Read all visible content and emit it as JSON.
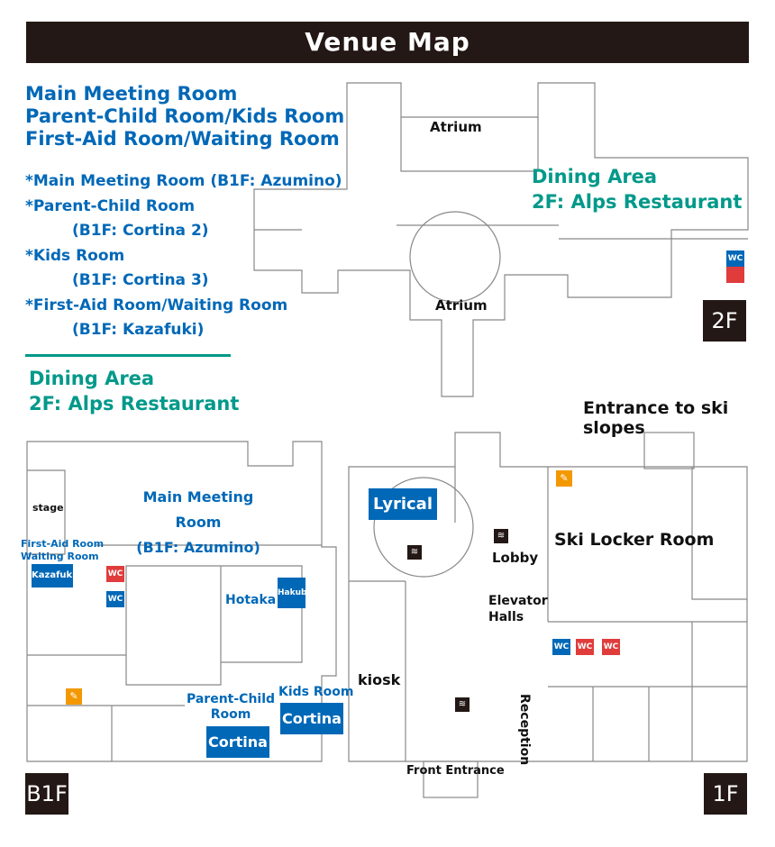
{
  "title": "Venue Map",
  "legend": {
    "headings": [
      "Main Meeting Room",
      "Parent-Child Room/Kids Room",
      "First-Aid Room/Waiting Room"
    ],
    "lines": [
      "*Main Meeting Room (B1F: Azumino)",
      "*Parent-Child Room",
      "(B1F: Cortina 2)",
      "*Kids Room",
      "(B1F: Cortina 3)",
      "*First-Aid Room/Waiting Room",
      "(B1F: Kazafuki)"
    ],
    "dining_title": "Dining Area",
    "dining_place": "2F: Alps Restaurant"
  },
  "floor2": {
    "label": "2F",
    "atrium_top": "Atrium",
    "atrium_bottom": "Atrium",
    "dining_title": "Dining Area",
    "dining_place": "2F: Alps Restaurant",
    "wc": "WC"
  },
  "floorB1": {
    "label": "B1F",
    "stage": "stage",
    "main_room": "Main Meeting Room",
    "main_room_sub": "(B1F: Azumino)",
    "first_aid": "First-Aid Room",
    "waiting": "Waiting Room",
    "kazafuki": "Kazafuki",
    "hotaka": "Hotaka",
    "hakuba": "Hakuba",
    "parent_child": "Parent-Child",
    "room": "Room",
    "cortina2": "Cortina 2",
    "kids_room": "Kids Room",
    "cortina3": "Cortina 3",
    "wc": "WC"
  },
  "floor1": {
    "label": "1F",
    "ski_entrance": "Entrance to ski slopes",
    "lyrical": "Lyrical",
    "lobby": "Lobby",
    "elevator": "Elevator",
    "halls": "Halls",
    "ski_locker": "Ski Locker Room",
    "kiosk": "kiosk",
    "reception": "Reception",
    "front_entrance": "Front Entrance",
    "wc": "WC"
  },
  "colors": {
    "blue": "#0068b7",
    "teal": "#00998a",
    "red": "#e03c3c",
    "dark": "#231815",
    "orange": "#f39800"
  }
}
